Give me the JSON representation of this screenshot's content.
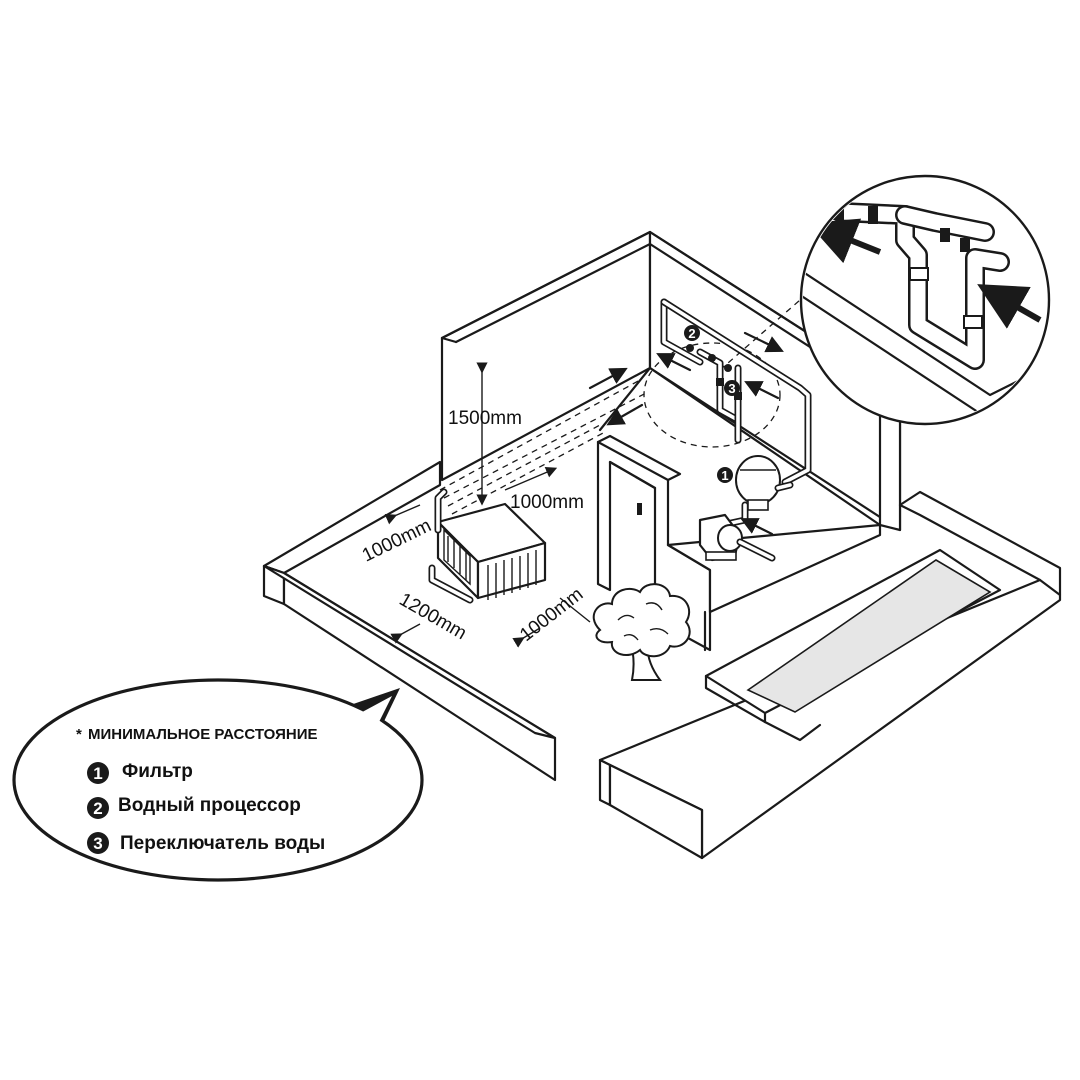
{
  "colors": {
    "ink": "#1a1a1a",
    "background": "#ffffff",
    "water": "#e6e6e6"
  },
  "dimensions": {
    "height_above": "1500mm",
    "rear_clearance": "1000mm",
    "left_clearance": "1000mm",
    "front_clearance": "1200mm",
    "side_clearance": "1000mm"
  },
  "markers": {
    "filter": "1",
    "water_processor": "2",
    "water_switch": "3"
  },
  "legend": {
    "asterisk": "*",
    "note": "МИНИМАЛЬНОЕ РАССТОЯНИЕ",
    "items": [
      {
        "number": "1",
        "label": "Фильтр"
      },
      {
        "number": "2",
        "label": "Водный процессор"
      },
      {
        "number": "3",
        "label": "Переключатель воды"
      }
    ]
  },
  "icons": {
    "tree": "tree-icon",
    "heat_pump": "heat-pump-unit",
    "pool": "swimming-pool",
    "filter": "sand-filter",
    "pump": "water-pump",
    "zoom": "zoom-detail-circle"
  }
}
